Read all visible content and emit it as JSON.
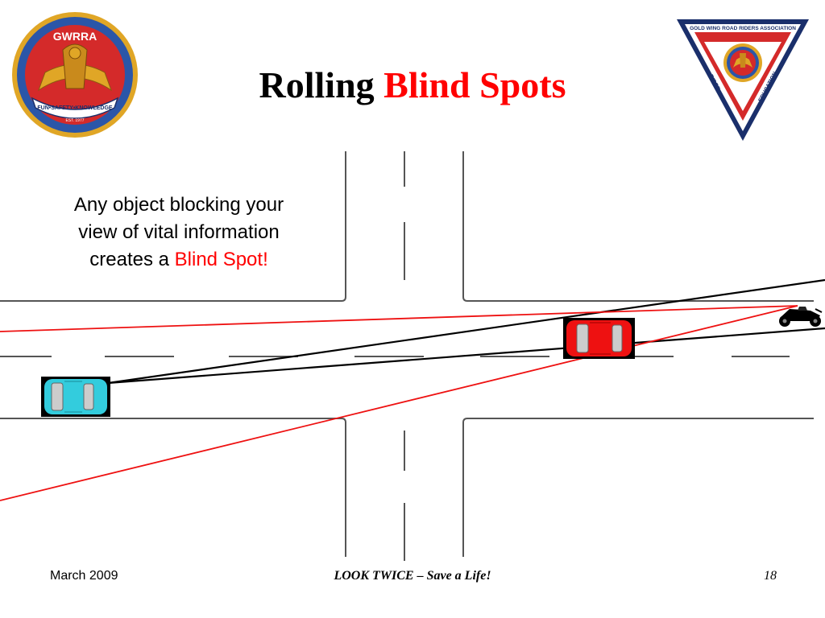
{
  "slide": {
    "title_part1": "Rolling",
    "title_part2": "Blind Spots",
    "body_line1": "Any object blocking your",
    "body_line2": "view of vital information",
    "body_line3_prefix": "creates a ",
    "body_line3_highlight": "Blind Spot!"
  },
  "logos": {
    "left_logo_text": "GWRRA",
    "left_logo_ribbon": "FUN•SAFETY•KNOWLEDGE",
    "left_logo_est": "EST. 1977",
    "right_logo_top": "GOLD WING ROAD RIDERS ASSOCIATION",
    "right_logo_left": "RIDER",
    "right_logo_right": "EDUCATION"
  },
  "footer": {
    "date": "March 2009",
    "slogan": "LOOK TWICE – Save a Life!",
    "page_number": "18"
  },
  "colors": {
    "accent": "#ff0000",
    "text": "#000000",
    "car_blue": "#33ccdd",
    "car_red": "#ee1111",
    "logo_red": "#d42a2a",
    "logo_gold": "#e0a626",
    "logo_navy": "#1a2f6b"
  }
}
